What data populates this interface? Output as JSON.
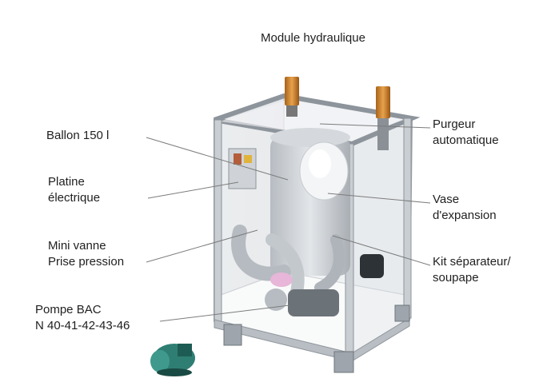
{
  "title": "Module hydraulique",
  "labels": {
    "ballon": "Ballon 150 l",
    "platine": [
      "Platine",
      "électrique"
    ],
    "minivanne": [
      "Mini vanne",
      "Prise pression"
    ],
    "pompe": [
      "Pompe BAC",
      "N 40-41-42-43-46"
    ],
    "purgeur": [
      "Purgeur",
      "automatique"
    ],
    "vase": [
      "Vase",
      "d'expansion"
    ],
    "kit": [
      "Kit séparateur/",
      "soupape"
    ]
  }
}
